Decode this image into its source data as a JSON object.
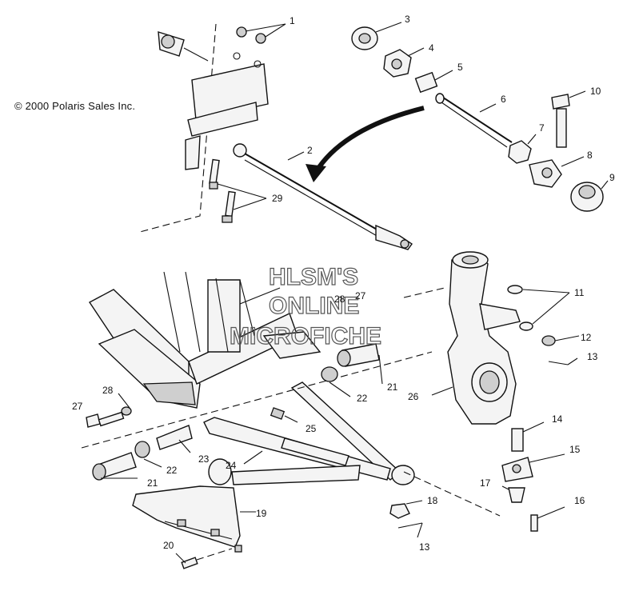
{
  "copyright": "© 2000 Polaris Sales Inc.",
  "watermark": {
    "line1": "HLSM'S",
    "line2": "ONLINE",
    "line3": "MICROFICHE"
  },
  "callouts": {
    "c1": "1",
    "c2": "2",
    "c3": "3",
    "c4": "4",
    "c5": "5",
    "c6": "6",
    "c7": "7",
    "c8": "8",
    "c9": "9",
    "c10": "10",
    "c11": "11",
    "c12": "12",
    "c13a": "13",
    "c13b": "13",
    "c14": "14",
    "c15": "15",
    "c16": "16",
    "c17": "17",
    "c18": "18",
    "c19": "19",
    "c20": "20",
    "c21a": "21",
    "c21b": "21",
    "c22a": "22",
    "c22b": "22",
    "c23": "23",
    "c24": "24",
    "c25": "25",
    "c26": "26",
    "c27a": "27",
    "c27b": "27",
    "c28a": "28",
    "c28b": "28",
    "c29": "29"
  }
}
